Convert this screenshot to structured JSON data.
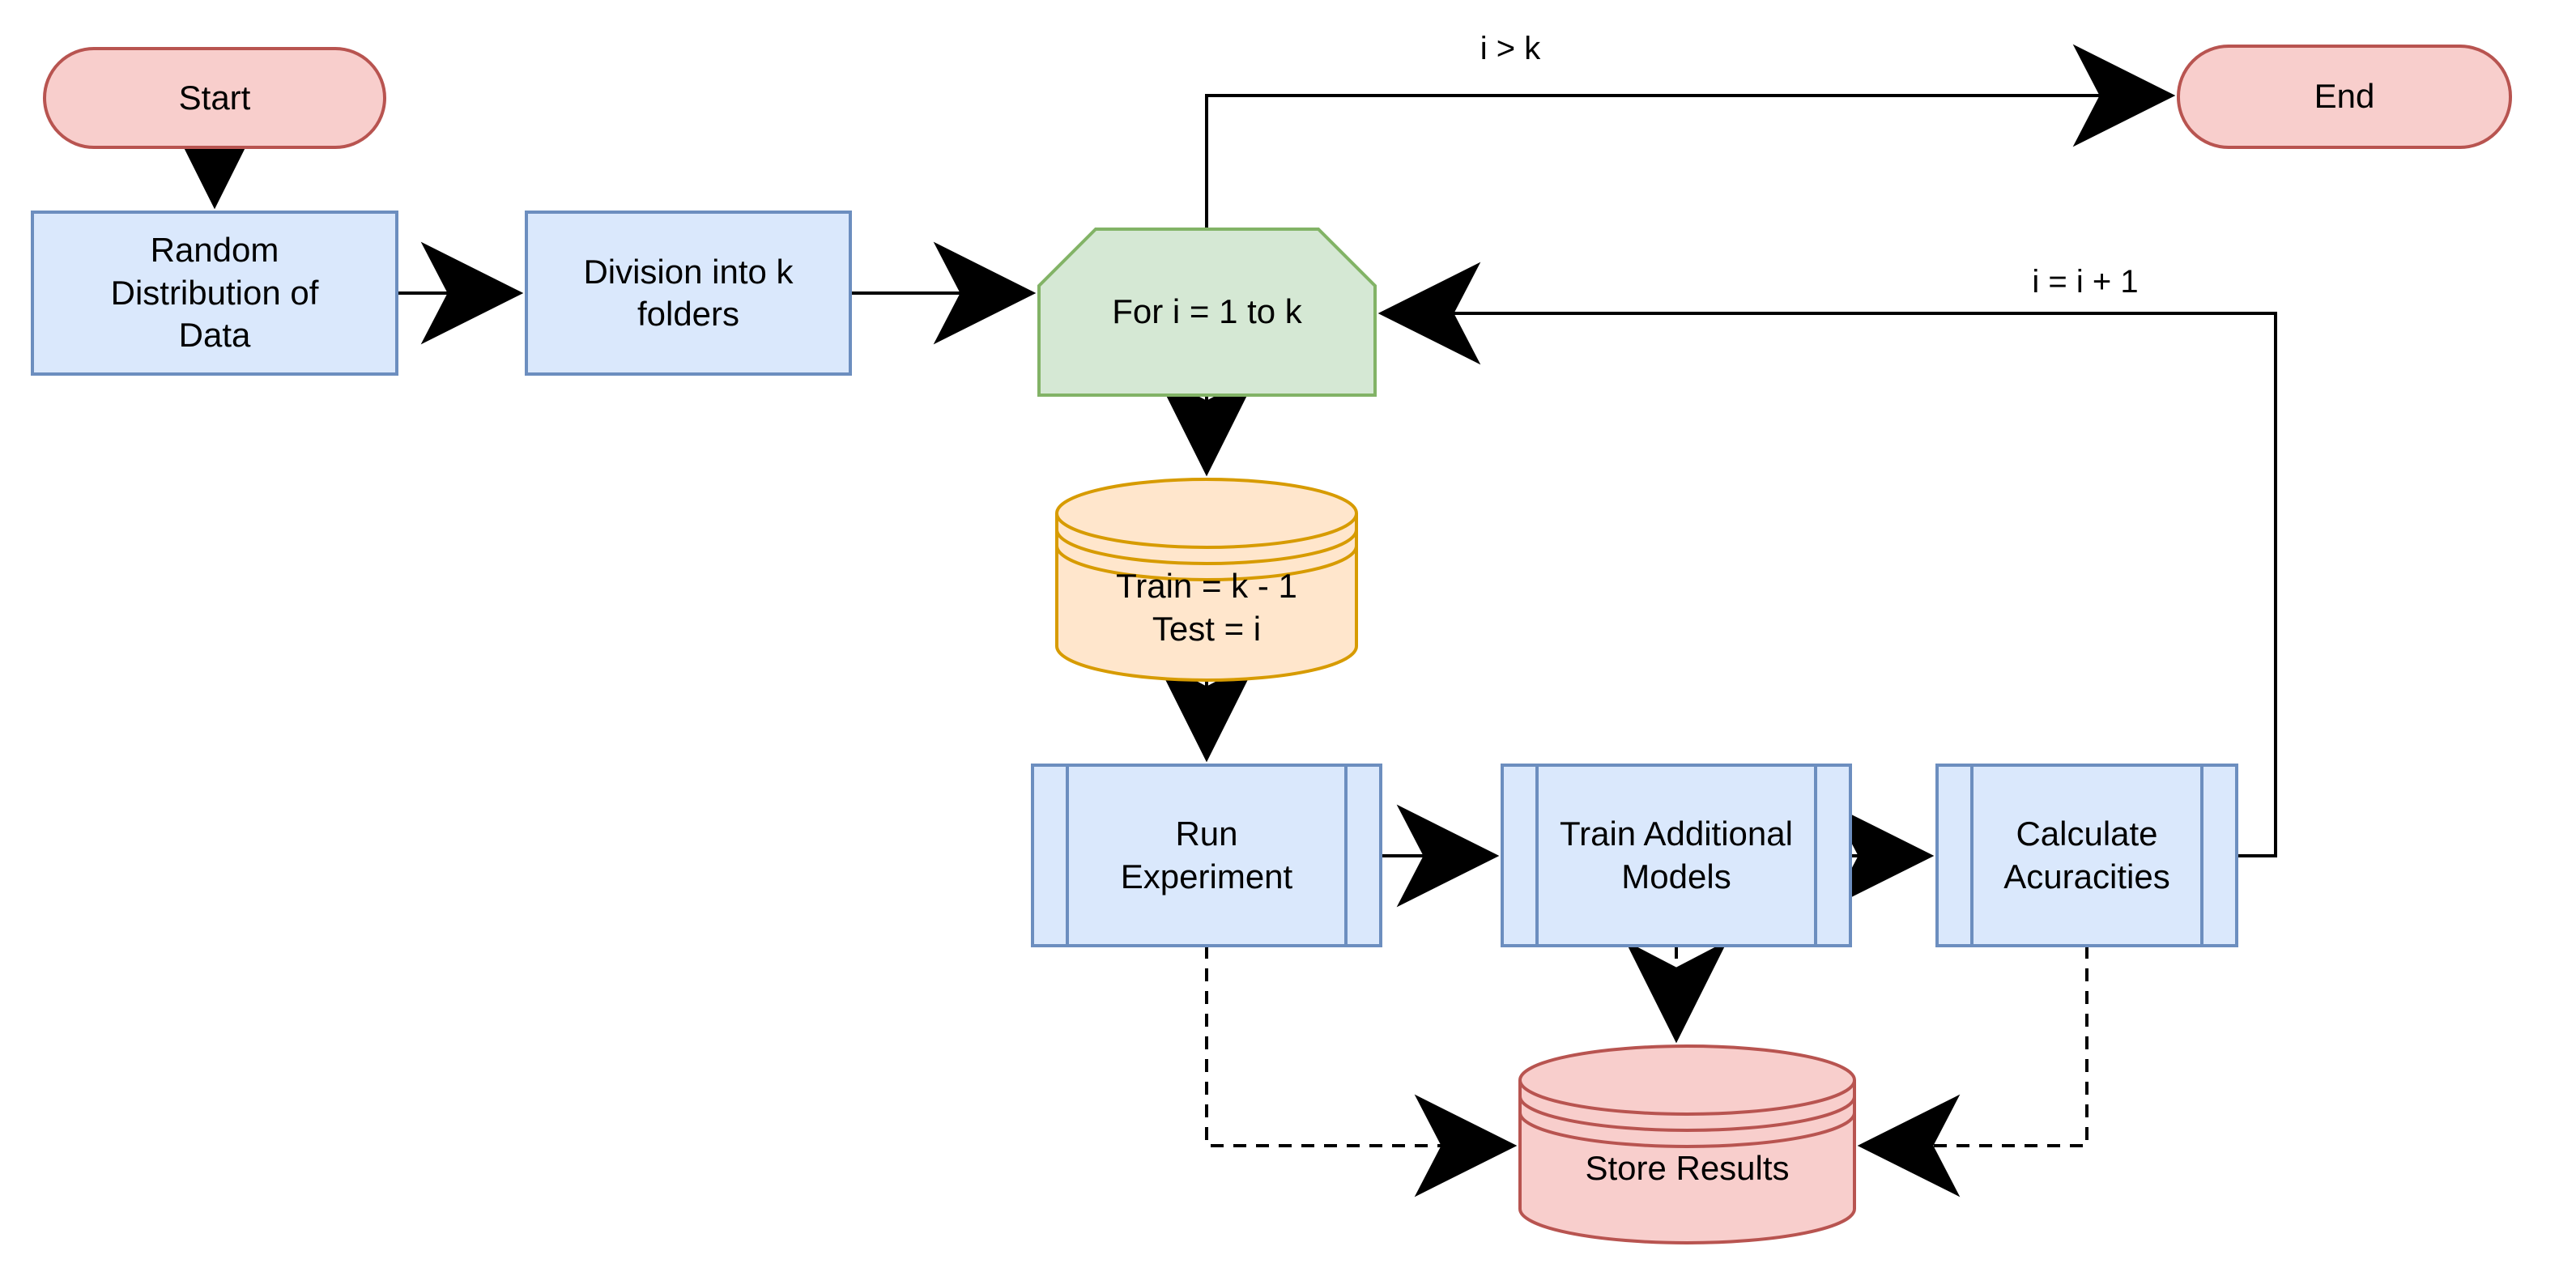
{
  "nodes": {
    "start": {
      "label": "Start"
    },
    "random_distribution": {
      "label": "Random Distribution of Data"
    },
    "division": {
      "label": "Division into k folders"
    },
    "loop": {
      "label": "For i = 1 to k"
    },
    "train_test": {
      "line1": "Train = k - 1",
      "line2": "Test = i"
    },
    "run_experiment": {
      "label": "Run Experiment"
    },
    "train_additional": {
      "label": "Train Additional Models"
    },
    "calculate": {
      "label": "Calculate Acuracities"
    },
    "store_results": {
      "label": "Store Results"
    },
    "end": {
      "label": "End"
    }
  },
  "edge_labels": {
    "loop_exit": "i > k",
    "loop_increment": "i = i + 1"
  },
  "colors": {
    "terminator_fill": "#f8cecc",
    "terminator_stroke": "#b85450",
    "process_fill": "#dae8fc",
    "process_stroke": "#6c8ebf",
    "loop_fill": "#d5e8d4",
    "loop_stroke": "#82b366",
    "data_fill": "#ffe6cc",
    "data_stroke": "#d79b00",
    "store_fill": "#f8cecc",
    "store_stroke": "#b85450",
    "connector": "#000000"
  }
}
